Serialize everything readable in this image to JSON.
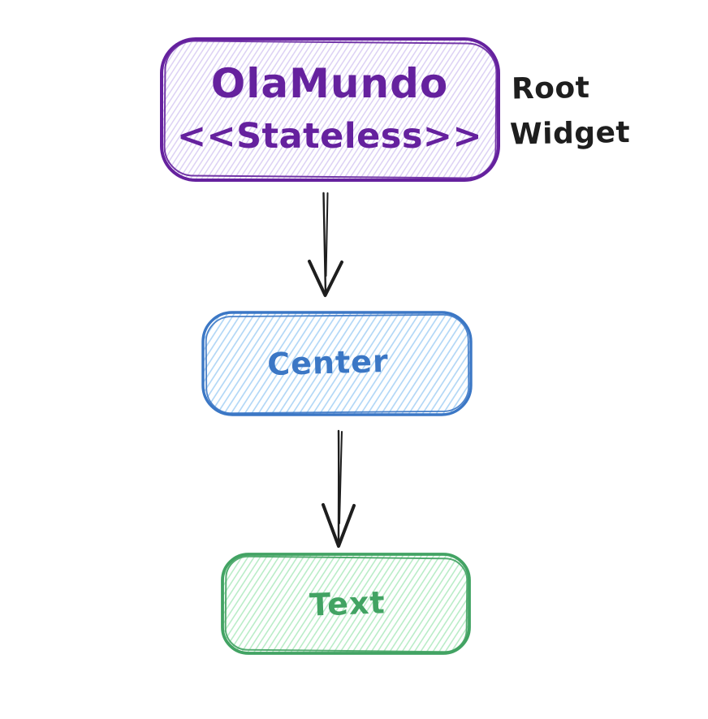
{
  "diagram": {
    "background_color": "#ffffff",
    "arrow_color": "#1e1e1e",
    "nodes": {
      "root": {
        "label_line1": "OlaMundo",
        "label_line2": "<<Stateless>>",
        "stroke_color": "#65219e",
        "hatch_color": "#d9cdf3",
        "text_color": "#65219e"
      },
      "center": {
        "label": "Center",
        "stroke_color": "#3b77c5",
        "hatch_color": "#aed5f6",
        "text_color": "#3b77c5"
      },
      "text": {
        "label": "Text",
        "stroke_color": "#42a363",
        "hatch_color": "#b4ebc3",
        "text_color": "#42a363"
      }
    },
    "annotation": {
      "line1": "Root",
      "line2": "Widget",
      "color": "#1e1e1e"
    }
  }
}
